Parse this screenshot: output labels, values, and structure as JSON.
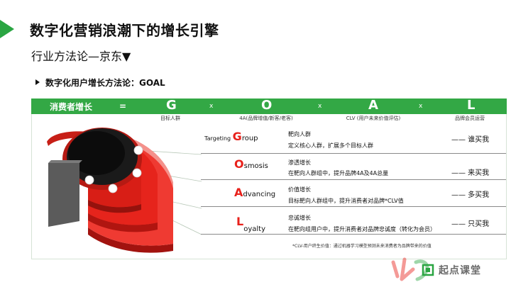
{
  "slide": {
    "title": "数字化营销浪潮下的增长引擎",
    "subtitle": "行业方法论—京东▼",
    "section": "数字化用户增长方法论：GOAL"
  },
  "bar": {
    "label": "消费者增长",
    "eq": "=",
    "letters": [
      "G",
      "O",
      "A",
      "L"
    ],
    "sep": "x",
    "captions": [
      "目标人群",
      "4A(品牌增值/新客/老客)",
      "CLV (用户未来价值评估)",
      "品牌会员运营"
    ]
  },
  "rows": [
    {
      "prefix": "Targeting ",
      "big": "G",
      "rest": "roup",
      "title": "靶向人群",
      "desc": "定义核心人群，扩展多个目标人群",
      "who": "——  谁买我"
    },
    {
      "prefix": "",
      "big": "O",
      "rest": "smosis",
      "title": "渗透增长",
      "desc": "在靶向人群组中，提升品牌4A及4A总量",
      "who": "——  来买我"
    },
    {
      "prefix": "",
      "big": "A",
      "rest": "dvancing",
      "title": "价值增长",
      "desc": "目标靶向人群组中，提升消费者对品牌*CLV值",
      "who": "——  多买我"
    },
    {
      "prefix": "",
      "big": "L",
      "rest": "oyalty",
      "title": "忠诚增长",
      "desc": "在靶向组用户中，提升消费者对品牌忠诚度（转化为会员）",
      "who": "——  只买我"
    }
  ],
  "footnote": "*CLV-用户终生价值：通过机器学习模型预测未来消费者为品牌带来的价值",
  "watermark": {
    "text": "起点课堂"
  },
  "colors": {
    "brand_green": "#33a845",
    "accent_red": "#e8211b",
    "dark_disk": "#111111"
  }
}
